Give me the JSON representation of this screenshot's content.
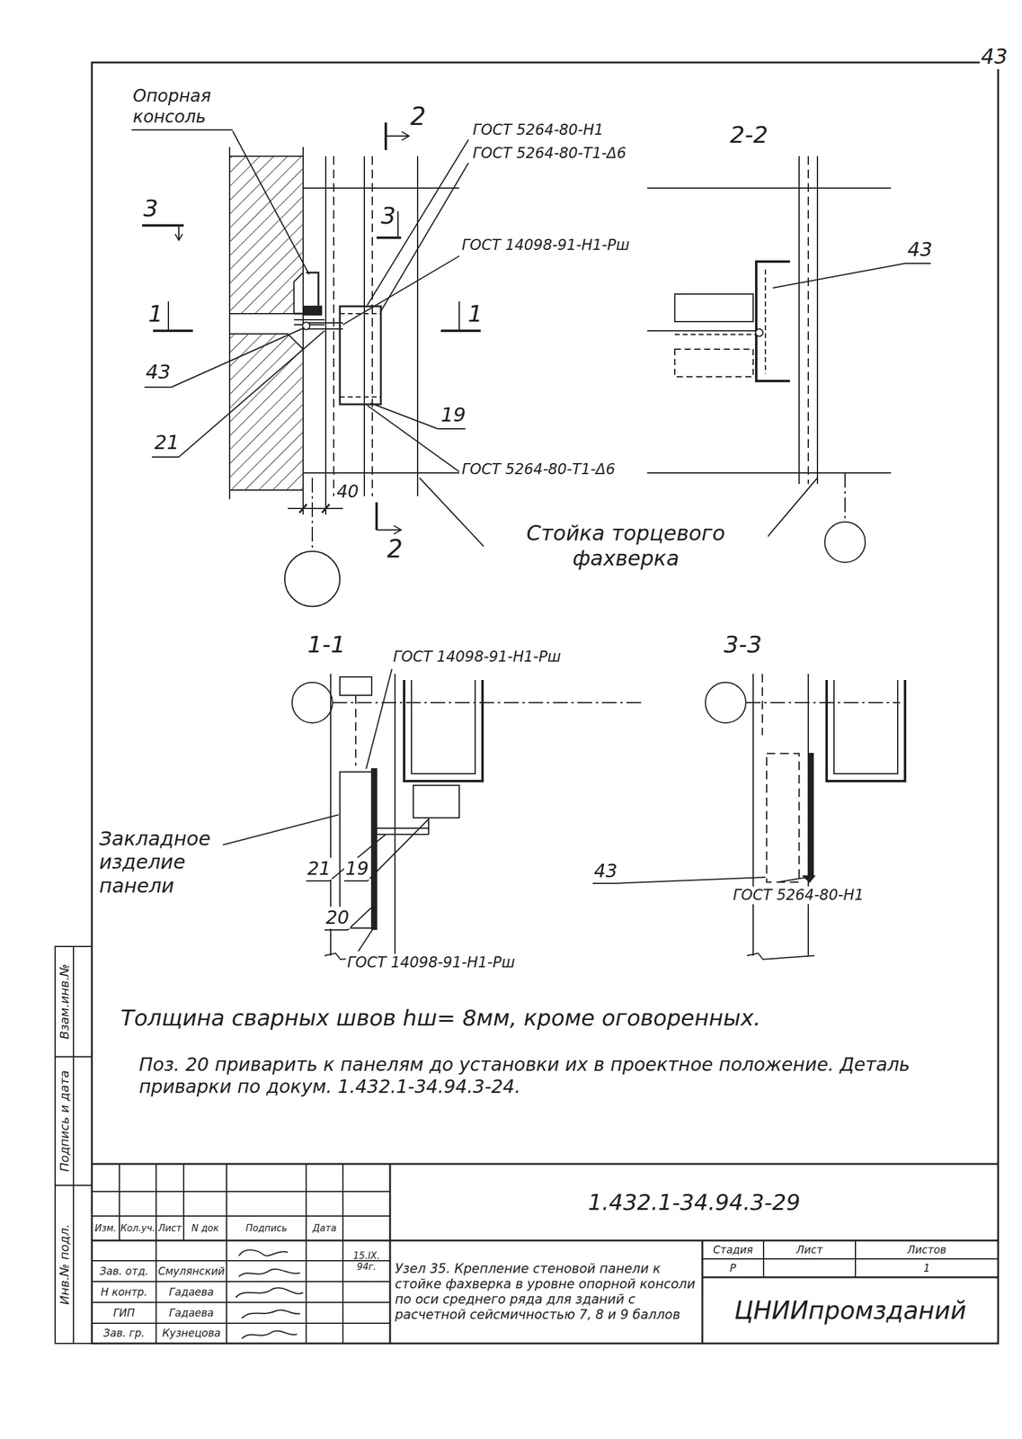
{
  "diagram": {
    "labels": [
      "43",
      "Опорная консоль",
      "2",
      "ГОСТ 5264-80-Н1",
      "ГОСТ 5264-80-Т1-Δ6",
      "2-2",
      "3",
      "3",
      "ГОСТ 14098-91-Н1-Рш",
      "43",
      "1",
      "1",
      "43",
      "19",
      "21",
      "ГОСТ 5264-80-Т1-Δ6",
      "40",
      "2",
      "Стойка торцевого фахверка",
      "1-1",
      "3-3",
      "ГОСТ 14098-91-Н1-Рш",
      "Закладное изделие панели",
      "21",
      "19",
      "20",
      "ГОСТ 14098-91-Н1-Рш",
      "43",
      "ГОСТ 5264-80-Н1",
      "Толщина сварных швов hш= 8мм, кроме оговоренных.",
      "Поз. 20 приварить к панелям до установки их в проектное положение. Деталь приварки по докум. 1.432.1-34.94.3-24.",
      "Взам.инв.№",
      "Подпись и дата",
      "Инв.№ подл.",
      "1.432.1-34.94.3-29",
      "Изм.",
      "Кол.уч.",
      "Лист",
      "N док",
      "Подпись",
      "Дата",
      "15.IX. 94г.",
      "Зав. отд.",
      "Смулянский",
      "Н контр.",
      "Гадаева",
      "ГИП",
      "Гадаева",
      "Зав. гр.",
      "Кузнецова",
      "Узел 35. Крепление стеновой панели к стойке фахверка в уровне опорной консоли по оси среднего ряда для зданий с расчетной сейсмичностью 7, 8 и 9 баллов",
      "Стадия",
      "Лист",
      "Листов",
      "Р",
      "1",
      "ЦНИИпромзданий"
    ]
  }
}
